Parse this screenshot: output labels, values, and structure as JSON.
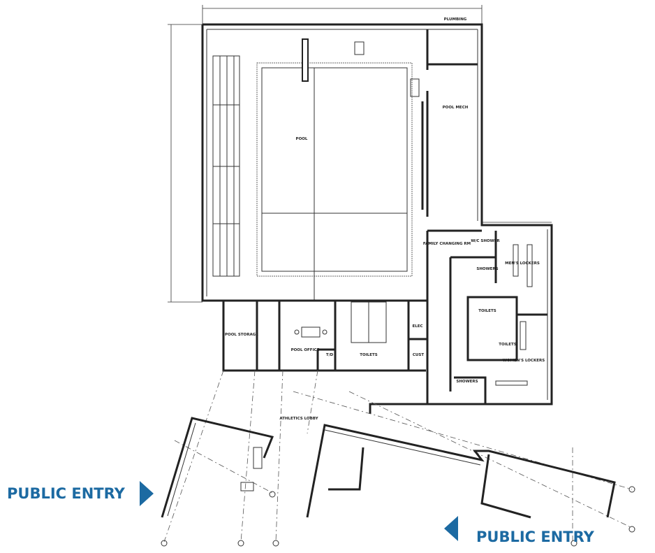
{
  "accent_color": "#1c6aa2",
  "rooms": {
    "pool": "POOL",
    "plumbing": "PLUMBING",
    "pool_mech": "POOL MECH",
    "family_changing": "FAMILY CHANGING RM",
    "wc_shower": "W/C SHOWER",
    "mens_lockers": "MEN'S LOCKERS",
    "showers_men": "SHOWERS",
    "toilets_men": "TOILETS",
    "toilets_women": "TOILETS",
    "womens_lockers": "WOMEN'S LOCKERS",
    "showers_women": "SHOWERS",
    "pool_storage": "POOL STORAGE",
    "pool_office": "POOL OFFICE",
    "td": "T/D",
    "toilets_public": "TOILETS",
    "elec": "ELEC",
    "cust": "CUST",
    "athletics_lobby": "ATHLETICS LOBBY"
  },
  "labels": {
    "public_entry_left": "PUBLIC ENTRY",
    "public_entry_right": "PUBLIC ENTRY"
  },
  "icons": {
    "entry_arrow_left": "triangle-right",
    "entry_arrow_right": "triangle-left"
  }
}
